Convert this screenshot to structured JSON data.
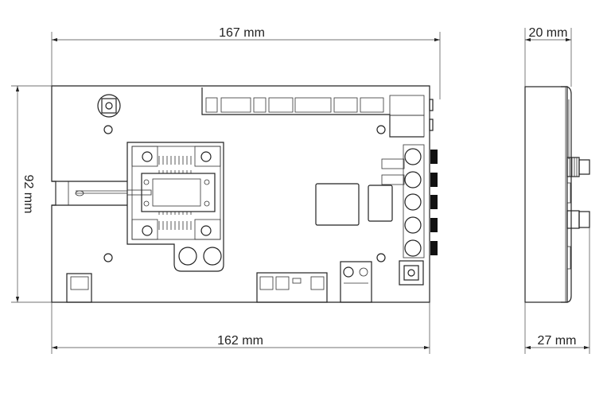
{
  "drawing": {
    "front_view": {
      "width_overall_label": "167 mm",
      "height_label": "92 mm",
      "width_board_label": "162 mm"
    },
    "side_view": {
      "depth_body_label": "20 mm",
      "depth_overall_label": "27 mm"
    },
    "colors": {
      "line": "#222222",
      "background": "#ffffff"
    }
  }
}
